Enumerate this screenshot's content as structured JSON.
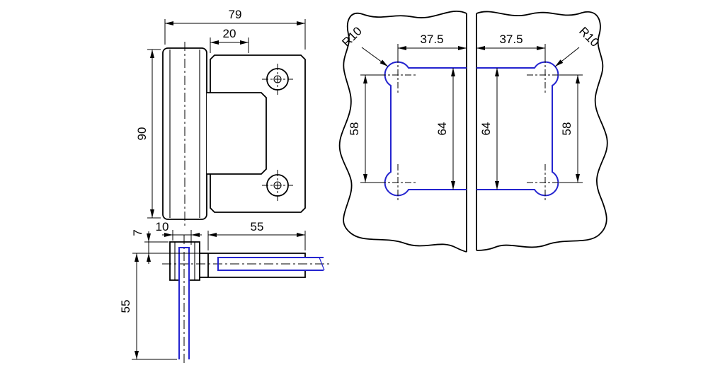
{
  "colors": {
    "outline": "#000000",
    "dimension": "#000000",
    "glass_blue": "#2424cf",
    "background": "#ffffff"
  },
  "dims": {
    "front": {
      "overall_width": "79",
      "top_offset": "20",
      "overall_height": "90"
    },
    "top": {
      "cap_height": "7",
      "glass_offset": "10",
      "plate_length": "55",
      "glass_depth": "55"
    },
    "template": {
      "left_edge_to_hole": "37.5",
      "right_edge_to_hole": "37.5",
      "left_hole_spacing": "58",
      "right_hole_spacing": "58",
      "left_cutout_height": "64",
      "right_cutout_height": "64",
      "left_corner_radius": "R10",
      "right_corner_radius": "R10"
    }
  }
}
